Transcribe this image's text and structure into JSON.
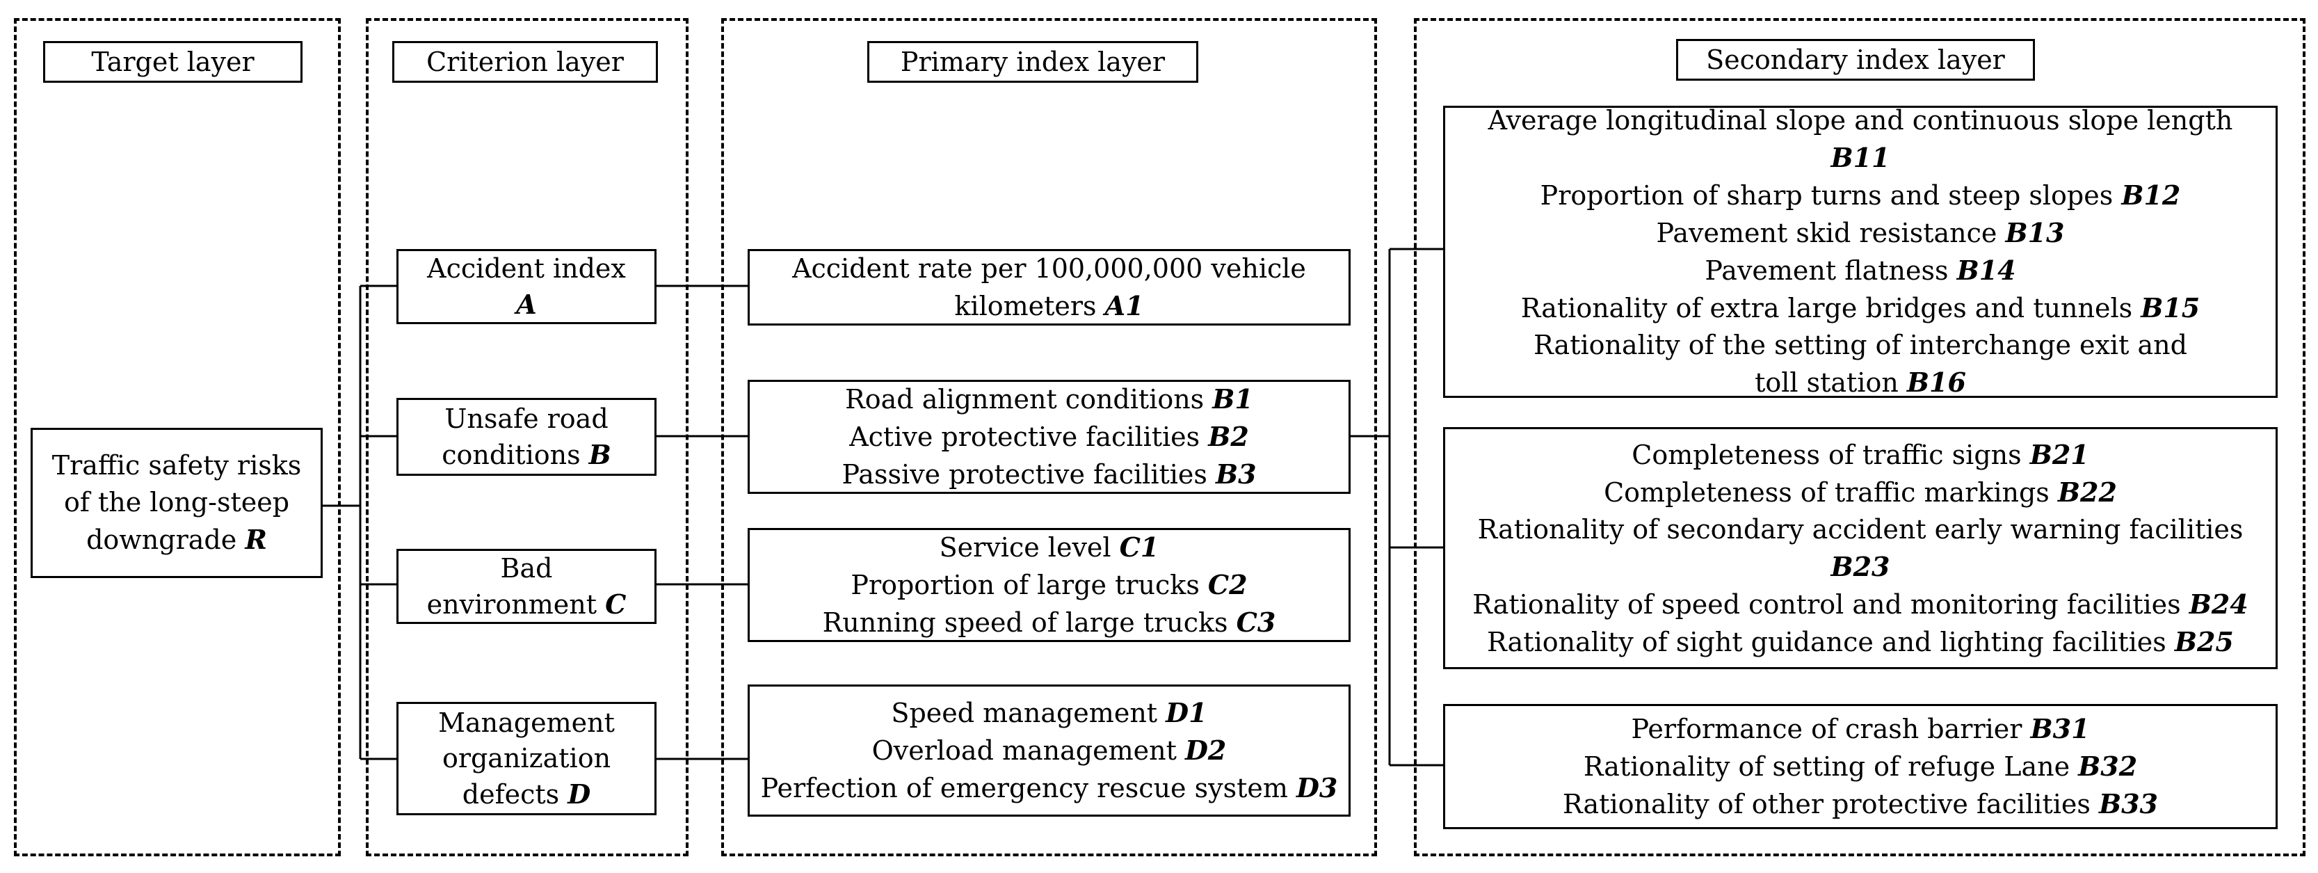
{
  "layers": {
    "target": "Target layer",
    "criterion": "Criterion layer",
    "primary": "Primary index layer",
    "secondary": "Secondary index layer"
  },
  "target_node": {
    "text": "Traffic safety risks of the long-steep downgrade",
    "code": "R"
  },
  "criteria": [
    {
      "text": "Accident index",
      "code": "A"
    },
    {
      "text": "Unsafe road conditions",
      "code": "B"
    },
    {
      "text": "Bad environment",
      "code": "C"
    },
    {
      "text": "Management organization defects",
      "code": "D"
    }
  ],
  "primary": [
    [
      {
        "text": "Accident rate per 100,000,000 vehicle kilometers",
        "code": "A1"
      }
    ],
    [
      {
        "text": "Road alignment conditions",
        "code": "B1"
      },
      {
        "text": "Active protective facilities",
        "code": "B2"
      },
      {
        "text": "Passive protective facilities",
        "code": "B3"
      }
    ],
    [
      {
        "text": "Service level",
        "code": "C1"
      },
      {
        "text": "Proportion of large trucks",
        "code": "C2"
      },
      {
        "text": "Running speed of large trucks",
        "code": "C3"
      }
    ],
    [
      {
        "text": "Speed management",
        "code": "D1"
      },
      {
        "text": "Overload management",
        "code": "D2"
      },
      {
        "text": "Perfection of emergency rescue system",
        "code": "D3"
      }
    ]
  ],
  "secondary": [
    [
      {
        "text": "Average longitudinal slope and continuous slope length",
        "code": "B11"
      },
      {
        "text": "Proportion of sharp turns and steep slopes",
        "code": "B12"
      },
      {
        "text": "Pavement skid resistance",
        "code": "B13"
      },
      {
        "text": "Pavement flatness",
        "code": "B14"
      },
      {
        "text": "Rationality of extra large bridges and tunnels",
        "code": "B15"
      },
      {
        "text": "Rationality of the setting of interchange exit and toll station",
        "code": "B16"
      }
    ],
    [
      {
        "text": "Completeness of traffic signs",
        "code": "B21"
      },
      {
        "text": "Completeness of traffic markings",
        "code": "B22"
      },
      {
        "text": "Rationality of secondary accident early warning facilities",
        "code": "B23"
      },
      {
        "text": "Rationality of speed control and monitoring facilities",
        "code": "B24"
      },
      {
        "text": "Rationality of sight guidance and lighting facilities",
        "code": "B25"
      }
    ],
    [
      {
        "text": "Performance of crash barrier",
        "code": "B31"
      },
      {
        "text": "Rationality of setting of refuge Lane",
        "code": "B32"
      },
      {
        "text": "Rationality of other protective facilities",
        "code": "B33"
      }
    ]
  ]
}
